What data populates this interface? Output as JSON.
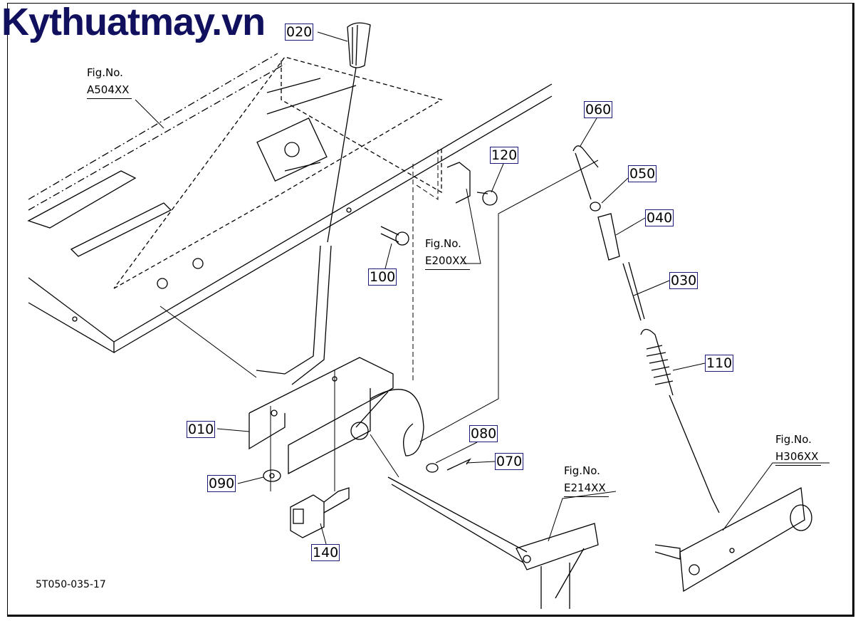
{
  "logo": "Kythuatmay.vn",
  "part_numbers": [
    "020",
    "060",
    "120",
    "050",
    "040",
    "100",
    "030",
    "110",
    "080",
    "010",
    "070",
    "090",
    "140"
  ],
  "figure_refs": [
    {
      "label": "Fig.No.",
      "code": "A504XX"
    },
    {
      "label": "Fig.No.",
      "code": "E200XX"
    },
    {
      "label": "Fig.No.",
      "code": "E214XX"
    },
    {
      "label": "Fig.No.",
      "code": "H306XX"
    }
  ],
  "drawing_id": "5T050-035-17"
}
